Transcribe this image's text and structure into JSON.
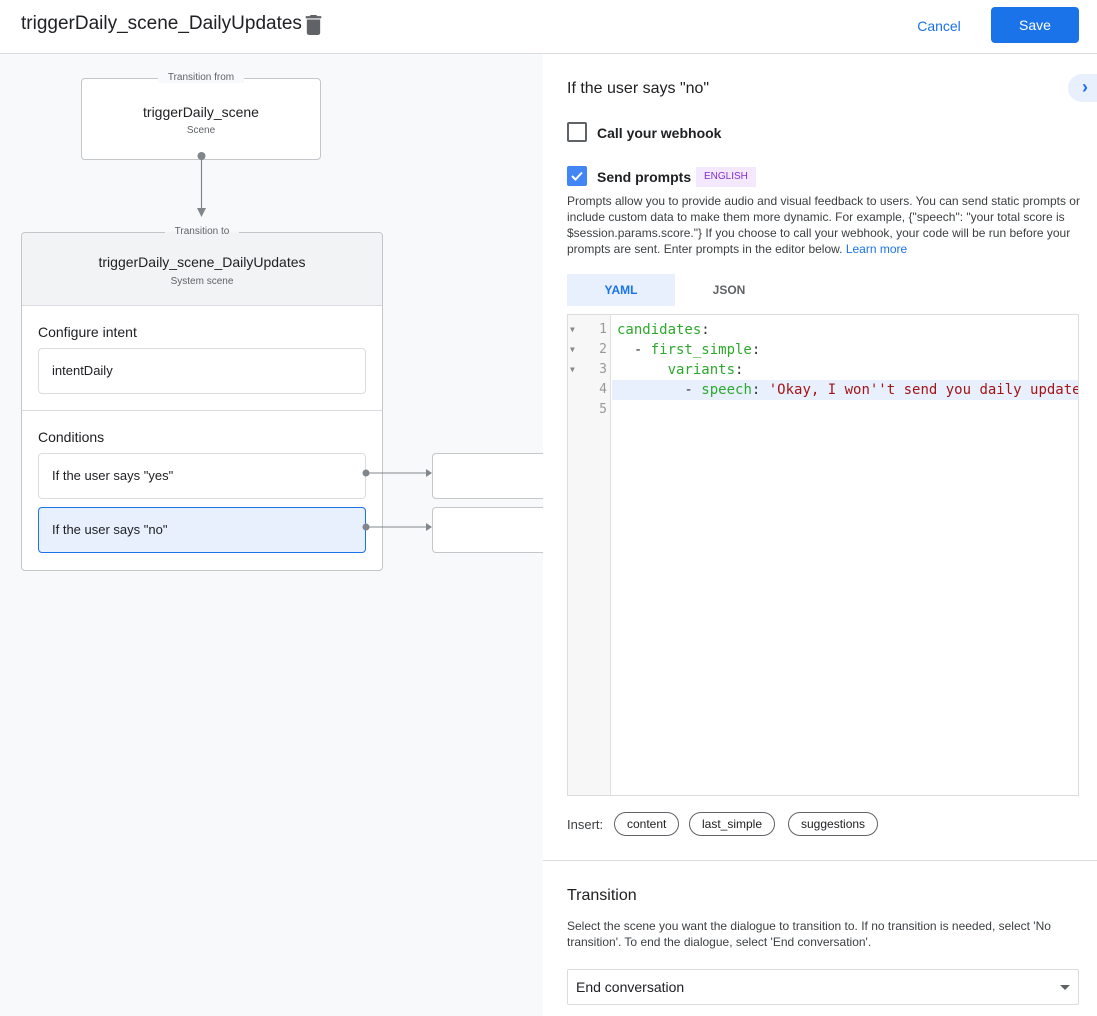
{
  "header": {
    "title": "triggerDaily_scene_DailyUpdates",
    "cancel": "Cancel",
    "save": "Save"
  },
  "canvas": {
    "from": {
      "legend": "Transition from",
      "name": "triggerDaily_scene",
      "type": "Scene"
    },
    "to": {
      "legend": "Transition to",
      "name": "triggerDaily_scene_DailyUpdates",
      "type": "System scene",
      "intent_label": "Configure intent",
      "intent": "intentDaily",
      "conditions_label": "Conditions",
      "conditions": [
        "If the user says \"yes\"",
        "If the user says \"no\""
      ]
    }
  },
  "panel": {
    "heading": "If the user says \"no\"",
    "webhook": {
      "label": "Call your webhook",
      "checked": false
    },
    "prompts": {
      "label": "Send prompts",
      "checked": true,
      "badge": "ENGLISH"
    },
    "description": "Prompts allow you to provide audio and visual feedback to users. You can send static prompts or include custom data to make them more dynamic. For example, {\"speech\": \"your total score is $session.params.score.\"} If you choose to call your webhook, your code will be run before your prompts are sent. Enter prompts in the editor below.",
    "learn_more": "Learn more",
    "tabs": [
      "YAML",
      "JSON"
    ],
    "active_tab": "YAML",
    "code": {
      "l1": "candidates",
      "l2": "first_simple",
      "l3": "variants",
      "l4_key": "speech",
      "l4_val": "'Okay, I won''t send you daily update"
    },
    "line_numbers": [
      "1",
      "2",
      "3",
      "4",
      "5"
    ],
    "insert_label": "Insert:",
    "insert_chips": [
      "content",
      "last_simple",
      "suggestions"
    ],
    "transition": {
      "heading": "Transition",
      "description": "Select the scene you want the dialogue to transition to. If no transition is needed, select 'No transition'. To end the dialogue, select 'End conversation'.",
      "value": "End conversation"
    }
  },
  "colors": {
    "primary": "#1a73e8",
    "selected": "#e8f0fe",
    "badge_bg": "#f3e8fd",
    "badge_text": "#8430ce"
  }
}
